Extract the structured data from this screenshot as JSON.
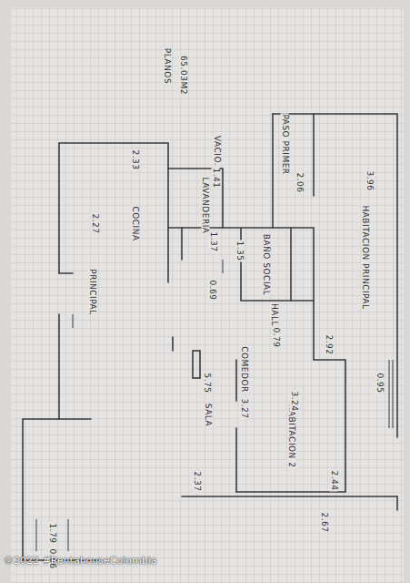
{
  "diagram": {
    "labels": [
      "PLANOS",
      "65.03M2",
      "VACIO.",
      "PASO PRIMER",
      "2.06",
      "3.96",
      "HABITACION PRINCIPAL",
      "1.41",
      "LAVANDERIA",
      "1.37",
      "2.33",
      "COCINA",
      "2.27",
      "1.35",
      "BAÑO SOCIAL",
      "0.69",
      "HALL",
      "0.79",
      "2.92",
      "0.95",
      "HABITACION 2",
      "2.44",
      "3.24",
      "COMEDOR",
      "3.27",
      "5.75",
      "SALA",
      "PRINCIPAL",
      "2.37",
      "2.67",
      "1.79",
      "0.86",
      "©2022 #RentahouseColombia"
    ]
  }
}
